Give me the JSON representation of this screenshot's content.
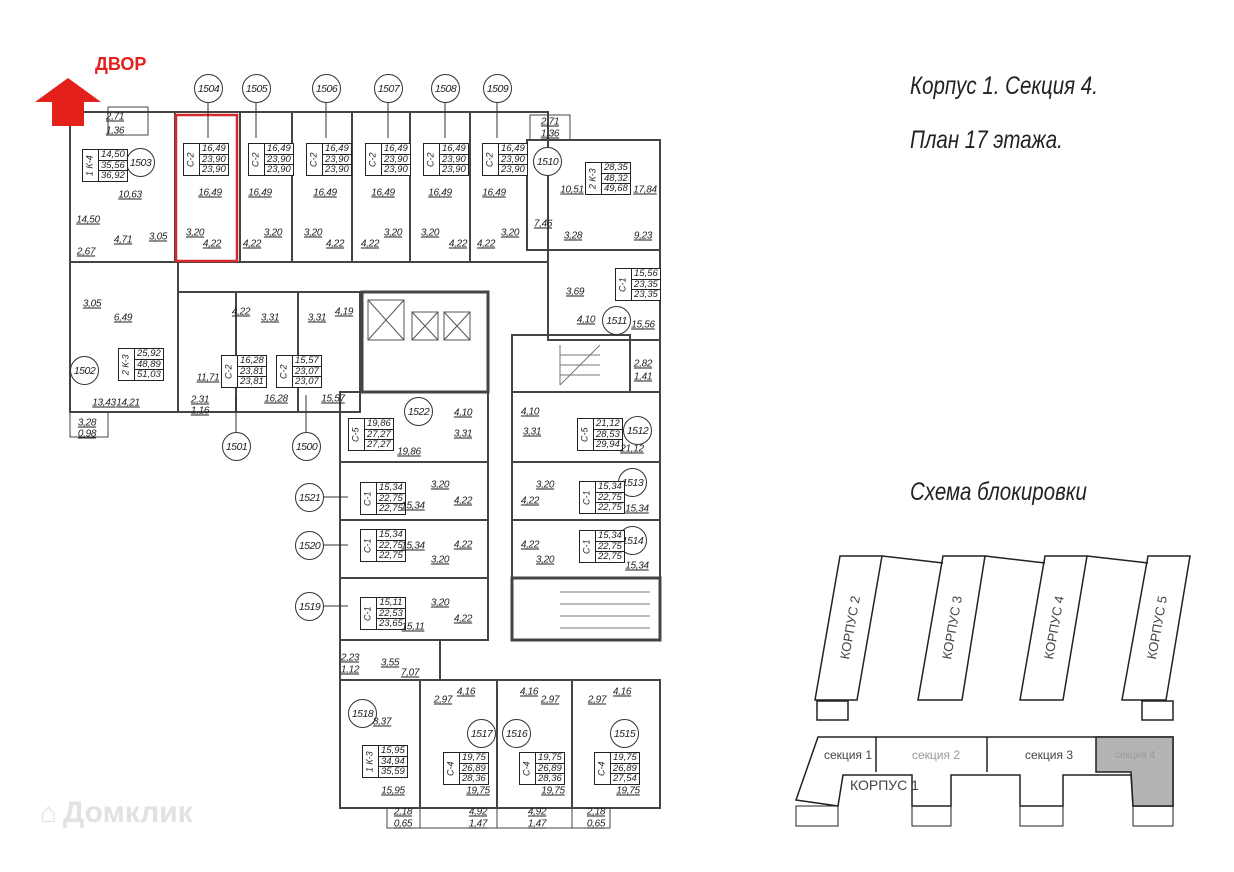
{
  "header": {
    "direction_label": "ДВОР",
    "title_line1": "Корпус 1.  Секция 4.",
    "title_line2": "План 17  этажа.",
    "scheme_title": "Схема  блокировки"
  },
  "highlighted_apartment": "1504",
  "apartments": [
    {
      "number": "1504",
      "type": "С-2",
      "living": "16,49",
      "total": "23,90",
      "total_with_balcony": "23,90"
    },
    {
      "number": "1505",
      "type": "С-2",
      "living": "16,49",
      "total": "23,90",
      "total_with_balcony": "23,90"
    },
    {
      "number": "1506",
      "type": "С-2",
      "living": "16,49",
      "total": "23,90",
      "total_with_balcony": "23,90"
    },
    {
      "number": "1507",
      "type": "С-2",
      "living": "16,49",
      "total": "23,90",
      "total_with_balcony": "23,90"
    },
    {
      "number": "1508",
      "type": "С-2",
      "living": "16,49",
      "total": "23,90",
      "total_with_balcony": "23,90"
    },
    {
      "number": "1509",
      "type": "С-2",
      "living": "16,49",
      "total": "23,90",
      "total_with_balcony": "23,90"
    },
    {
      "number": "1503",
      "type": "1 К-4",
      "living": "14,50",
      "total": "35,56",
      "total_with_balcony": "36,92"
    },
    {
      "number": "1510",
      "type": "2 К-3",
      "living": "28,35",
      "total": "48,32",
      "total_with_balcony": "49,68"
    },
    {
      "number": "1511",
      "type": "С-1",
      "living": "15,56",
      "total": "23,35",
      "total_with_balcony": "23,35"
    },
    {
      "number": "1502",
      "type": "2 К-3",
      "living": "25,92",
      "total": "48,89",
      "total_with_balcony": "51,03"
    },
    {
      "number": "1501",
      "type": "С-2",
      "living": "16,28",
      "total": "23,81",
      "total_with_balcony": "23,81"
    },
    {
      "number": "1500",
      "type": "С-2",
      "living": "15,57",
      "total": "23,07",
      "total_with_balcony": "23,07"
    },
    {
      "number": "1522",
      "type": "С-5",
      "living": "19,86",
      "total": "27,27",
      "total_with_balcony": "27,27"
    },
    {
      "number": "1512",
      "type": "С-5",
      "living": "21,12",
      "total": "28,53",
      "total_with_balcony": "29,94"
    },
    {
      "number": "1521",
      "type": "С-1",
      "living": "15,34",
      "total": "22,75",
      "total_with_balcony": "22,75"
    },
    {
      "number": "1520",
      "type": "С-1",
      "living": "15,34",
      "total": "22,75",
      "total_with_balcony": "22,75"
    },
    {
      "number": "1519",
      "type": "С-1",
      "living": "15,11",
      "total": "22,53",
      "total_with_balcony": "23,65"
    },
    {
      "number": "1513",
      "type": "С-1",
      "living": "15,34",
      "total": "22,75",
      "total_with_balcony": "22,75"
    },
    {
      "number": "1514",
      "type": "С-1",
      "living": "15,34",
      "total": "22,75",
      "total_with_balcony": "22,75"
    },
    {
      "number": "1518",
      "type": "1 К-3",
      "living": "15,95",
      "total": "34,94",
      "total_with_balcony": "35,59"
    },
    {
      "number": "1517",
      "type": "С-4",
      "living": "19,75",
      "total": "26,89",
      "total_with_balcony": "28,36"
    },
    {
      "number": "1516",
      "type": "С-4",
      "living": "19,75",
      "total": "26,89",
      "total_with_balcony": "28,36"
    },
    {
      "number": "1515",
      "type": "С-4",
      "living": "19,75",
      "total": "26,89",
      "total_with_balcony": "27,54"
    }
  ],
  "room_areas": [
    "2,71",
    "1,36",
    "16,49",
    "16,49",
    "16,49",
    "16,49",
    "16,49",
    "16,49",
    "3,20",
    "3,20",
    "3,20",
    "3,20",
    "3,20",
    "3,20",
    "4,22",
    "4,22",
    "4,22",
    "4,22",
    "4,22",
    "4,22",
    "10,63",
    "14,50",
    "4,71",
    "3,05",
    "2,67",
    "2,71",
    "1,36",
    "10,51",
    "17,84",
    "7,46",
    "3,28",
    "9,23",
    "3,69",
    "4,10",
    "15,56",
    "3,05",
    "6,49",
    "13,43",
    "14,21",
    "3,28",
    "0,98",
    "11,71",
    "2,31",
    "1,16",
    "4,22",
    "3,31",
    "3,31",
    "4,19",
    "16,28",
    "15,57",
    "4,10",
    "3,31",
    "19,86",
    "4,10",
    "3,31",
    "21,12",
    "2,82",
    "1,41",
    "15,34",
    "3,20",
    "4,22",
    "15,34",
    "4,22",
    "3,20",
    "3,20",
    "4,22",
    "15,11",
    "3,20",
    "4,22",
    "15,34",
    "4,22",
    "3,20",
    "15,34",
    "2,23",
    "1,12",
    "3,55",
    "7,07",
    "8,37",
    "15,95",
    "4,16",
    "2,97",
    "4,16",
    "2,97",
    "2,97",
    "4,16",
    "19,75",
    "19,75",
    "19,75",
    "2,18",
    "0,65",
    "4,92",
    "1,47",
    "4,92",
    "1,47",
    "2,18",
    "0,65"
  ],
  "scheme": {
    "buildings": [
      "КОРПУС 2",
      "КОРПУС 3",
      "КОРПУС 4",
      "КОРПУС 5"
    ],
    "main_building": "КОРПУС 1",
    "sections": [
      "секция 1",
      "секция 2",
      "секция 3",
      "секция 4"
    ],
    "active_section": "секция 4",
    "active_color": "#b4b4b4"
  },
  "watermark": "Домклик",
  "colors": {
    "highlight": "#d42a2a",
    "arrow": "#e3201b"
  }
}
